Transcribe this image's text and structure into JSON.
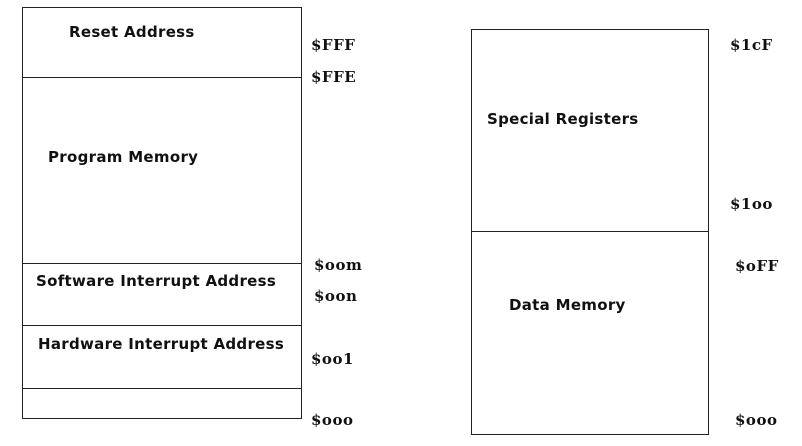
{
  "program_memory_map": {
    "regions": {
      "reset": "Reset Address",
      "program": "Program Memory",
      "software_interrupt": "Software Interrupt Address",
      "hardware_interrupt": "Hardware Interrupt Address"
    },
    "addresses": {
      "fff": "$FFF",
      "ffe": "$FFE",
      "oom": "$oom",
      "oon": "$oon",
      "oo1": "$oo1",
      "ooo": "$ooo"
    }
  },
  "data_memory_map": {
    "regions": {
      "special": "Special Registers",
      "data": "Data Memory"
    },
    "addresses": {
      "top": "$1cF",
      "sr_bottom": "$1oo",
      "dm_top": "$oFF",
      "bottom": "$ooo"
    }
  }
}
